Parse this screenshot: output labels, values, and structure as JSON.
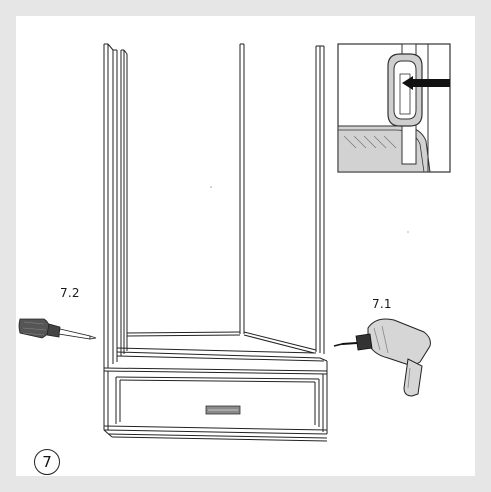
{
  "labels": {
    "screwdriver": "7.2",
    "drill": "7.1"
  },
  "step": {
    "number": "7"
  },
  "icons": {
    "screwdriver": "screwdriver-icon",
    "drill": "drill-icon",
    "detail": "magnified-clip-detail"
  }
}
